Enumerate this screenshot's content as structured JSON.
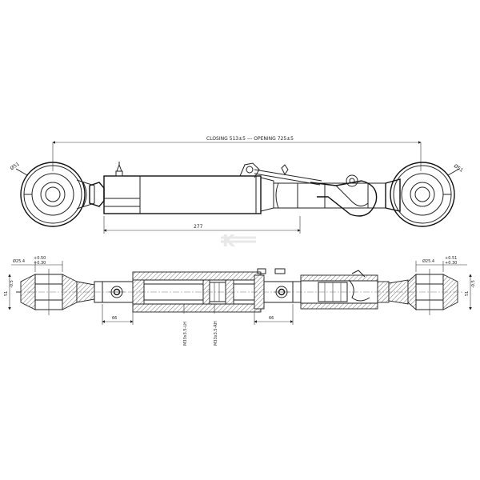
{
  "drawing": {
    "top_view": {
      "overall_dimension": "CLOSING 513±5 --- OPENING 725±5",
      "left_eye_dim": "Ø51",
      "right_eye_dim": "Ø51",
      "body_length_dim": "277"
    },
    "section_view": {
      "left_pin_dim": "Ø25.4",
      "left_pin_tol_upper": "+0.50",
      "left_pin_tol_lower": "+0.30",
      "right_pin_dim": "Ø25.4",
      "right_pin_tol_upper": "+0.51",
      "right_pin_tol_lower": "+0.30",
      "left_eye_width": "51",
      "left_eye_width_tol": "-0.5",
      "right_eye_width": "51",
      "right_eye_width_tol": "-0.5",
      "left_eye_offset": "66",
      "right_eye_offset": "66",
      "thread_left": "M33x3.5-LH",
      "thread_right": "M33x3.5-RH"
    },
    "watermark": "K"
  }
}
